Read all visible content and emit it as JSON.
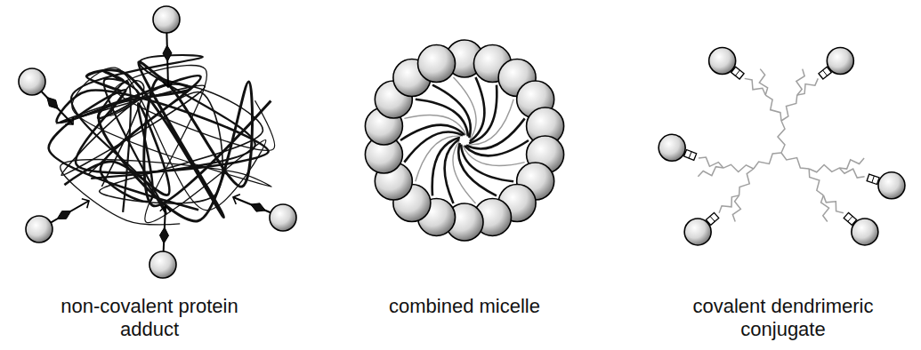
{
  "diagram": {
    "labels": [
      "non-covalent protein adduct",
      "combined micelle",
      "covalent dendrimeric conjugate"
    ]
  }
}
